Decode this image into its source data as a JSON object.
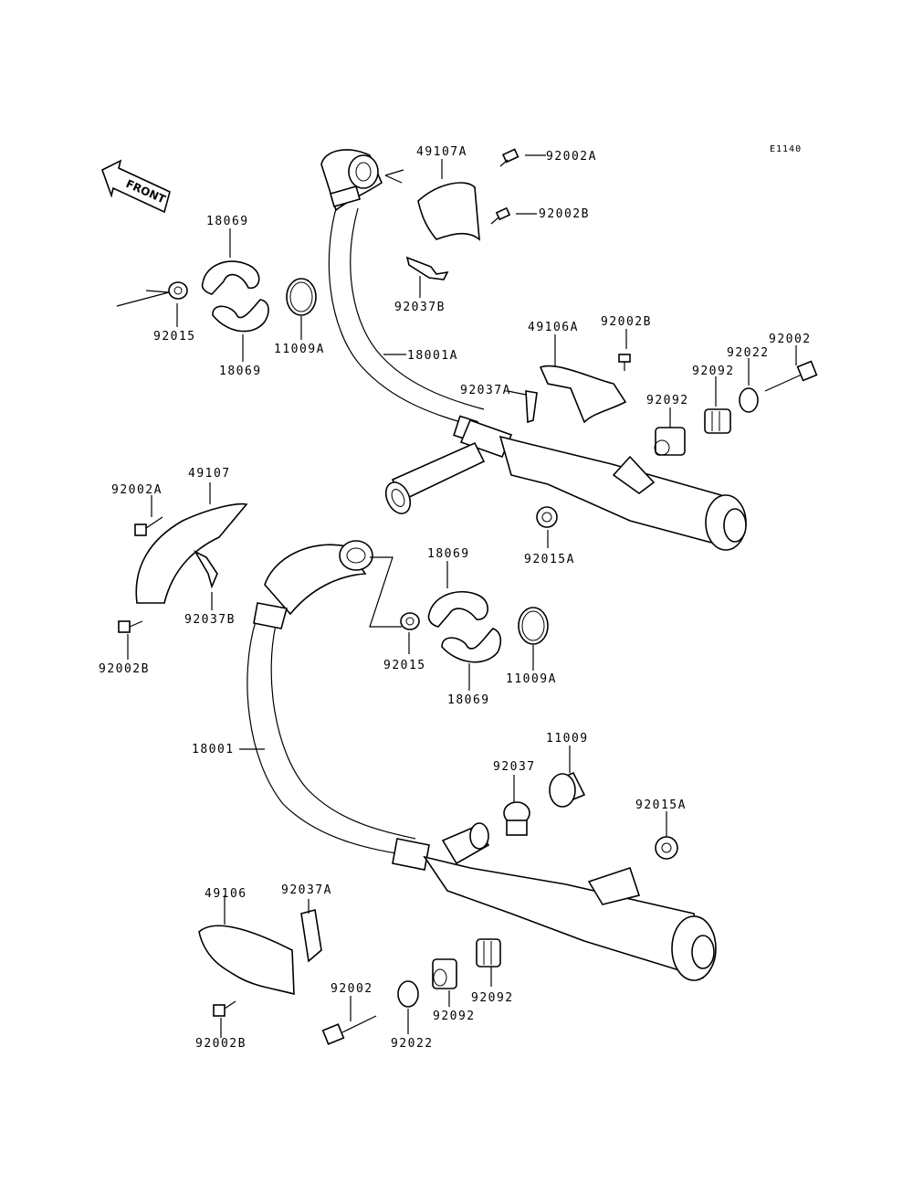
{
  "diagram": {
    "figure_code": "E1140",
    "front_label": "FRONT",
    "labels": {
      "p49107A": "49107A",
      "p92002A_top": "92002A",
      "p92002B_top": "92002B",
      "p92037B_top": "92037B",
      "p18069_a": "18069",
      "p18069_b": "18069",
      "p92015_top": "92015",
      "p11009A_top": "11009A",
      "p18001A": "18001A",
      "p49106A": "49106A",
      "p92002B_mid": "92002B",
      "p92002_top": "92002",
      "p92022_top": "92022",
      "p92092_a": "92092",
      "p92092_b": "92092",
      "p92037A_top": "92037A",
      "p92015A_top": "92015A",
      "p49107": "49107",
      "p92002A_left": "92002A",
      "p92037B_left": "92037B",
      "p92002B_left": "92002B",
      "p18069_c": "18069",
      "p18069_d": "18069",
      "p92015_mid": "92015",
      "p11009A_mid": "11009A",
      "p18001": "18001",
      "p11009": "11009",
      "p92037": "92037",
      "p92015A_low": "92015A",
      "p49106": "49106",
      "p92037A_low": "92037A",
      "p92002_low": "92002",
      "p92092_c": "92092",
      "p92092_d": "92092",
      "p92022_low": "92022",
      "p92002B_low": "92002B"
    }
  }
}
